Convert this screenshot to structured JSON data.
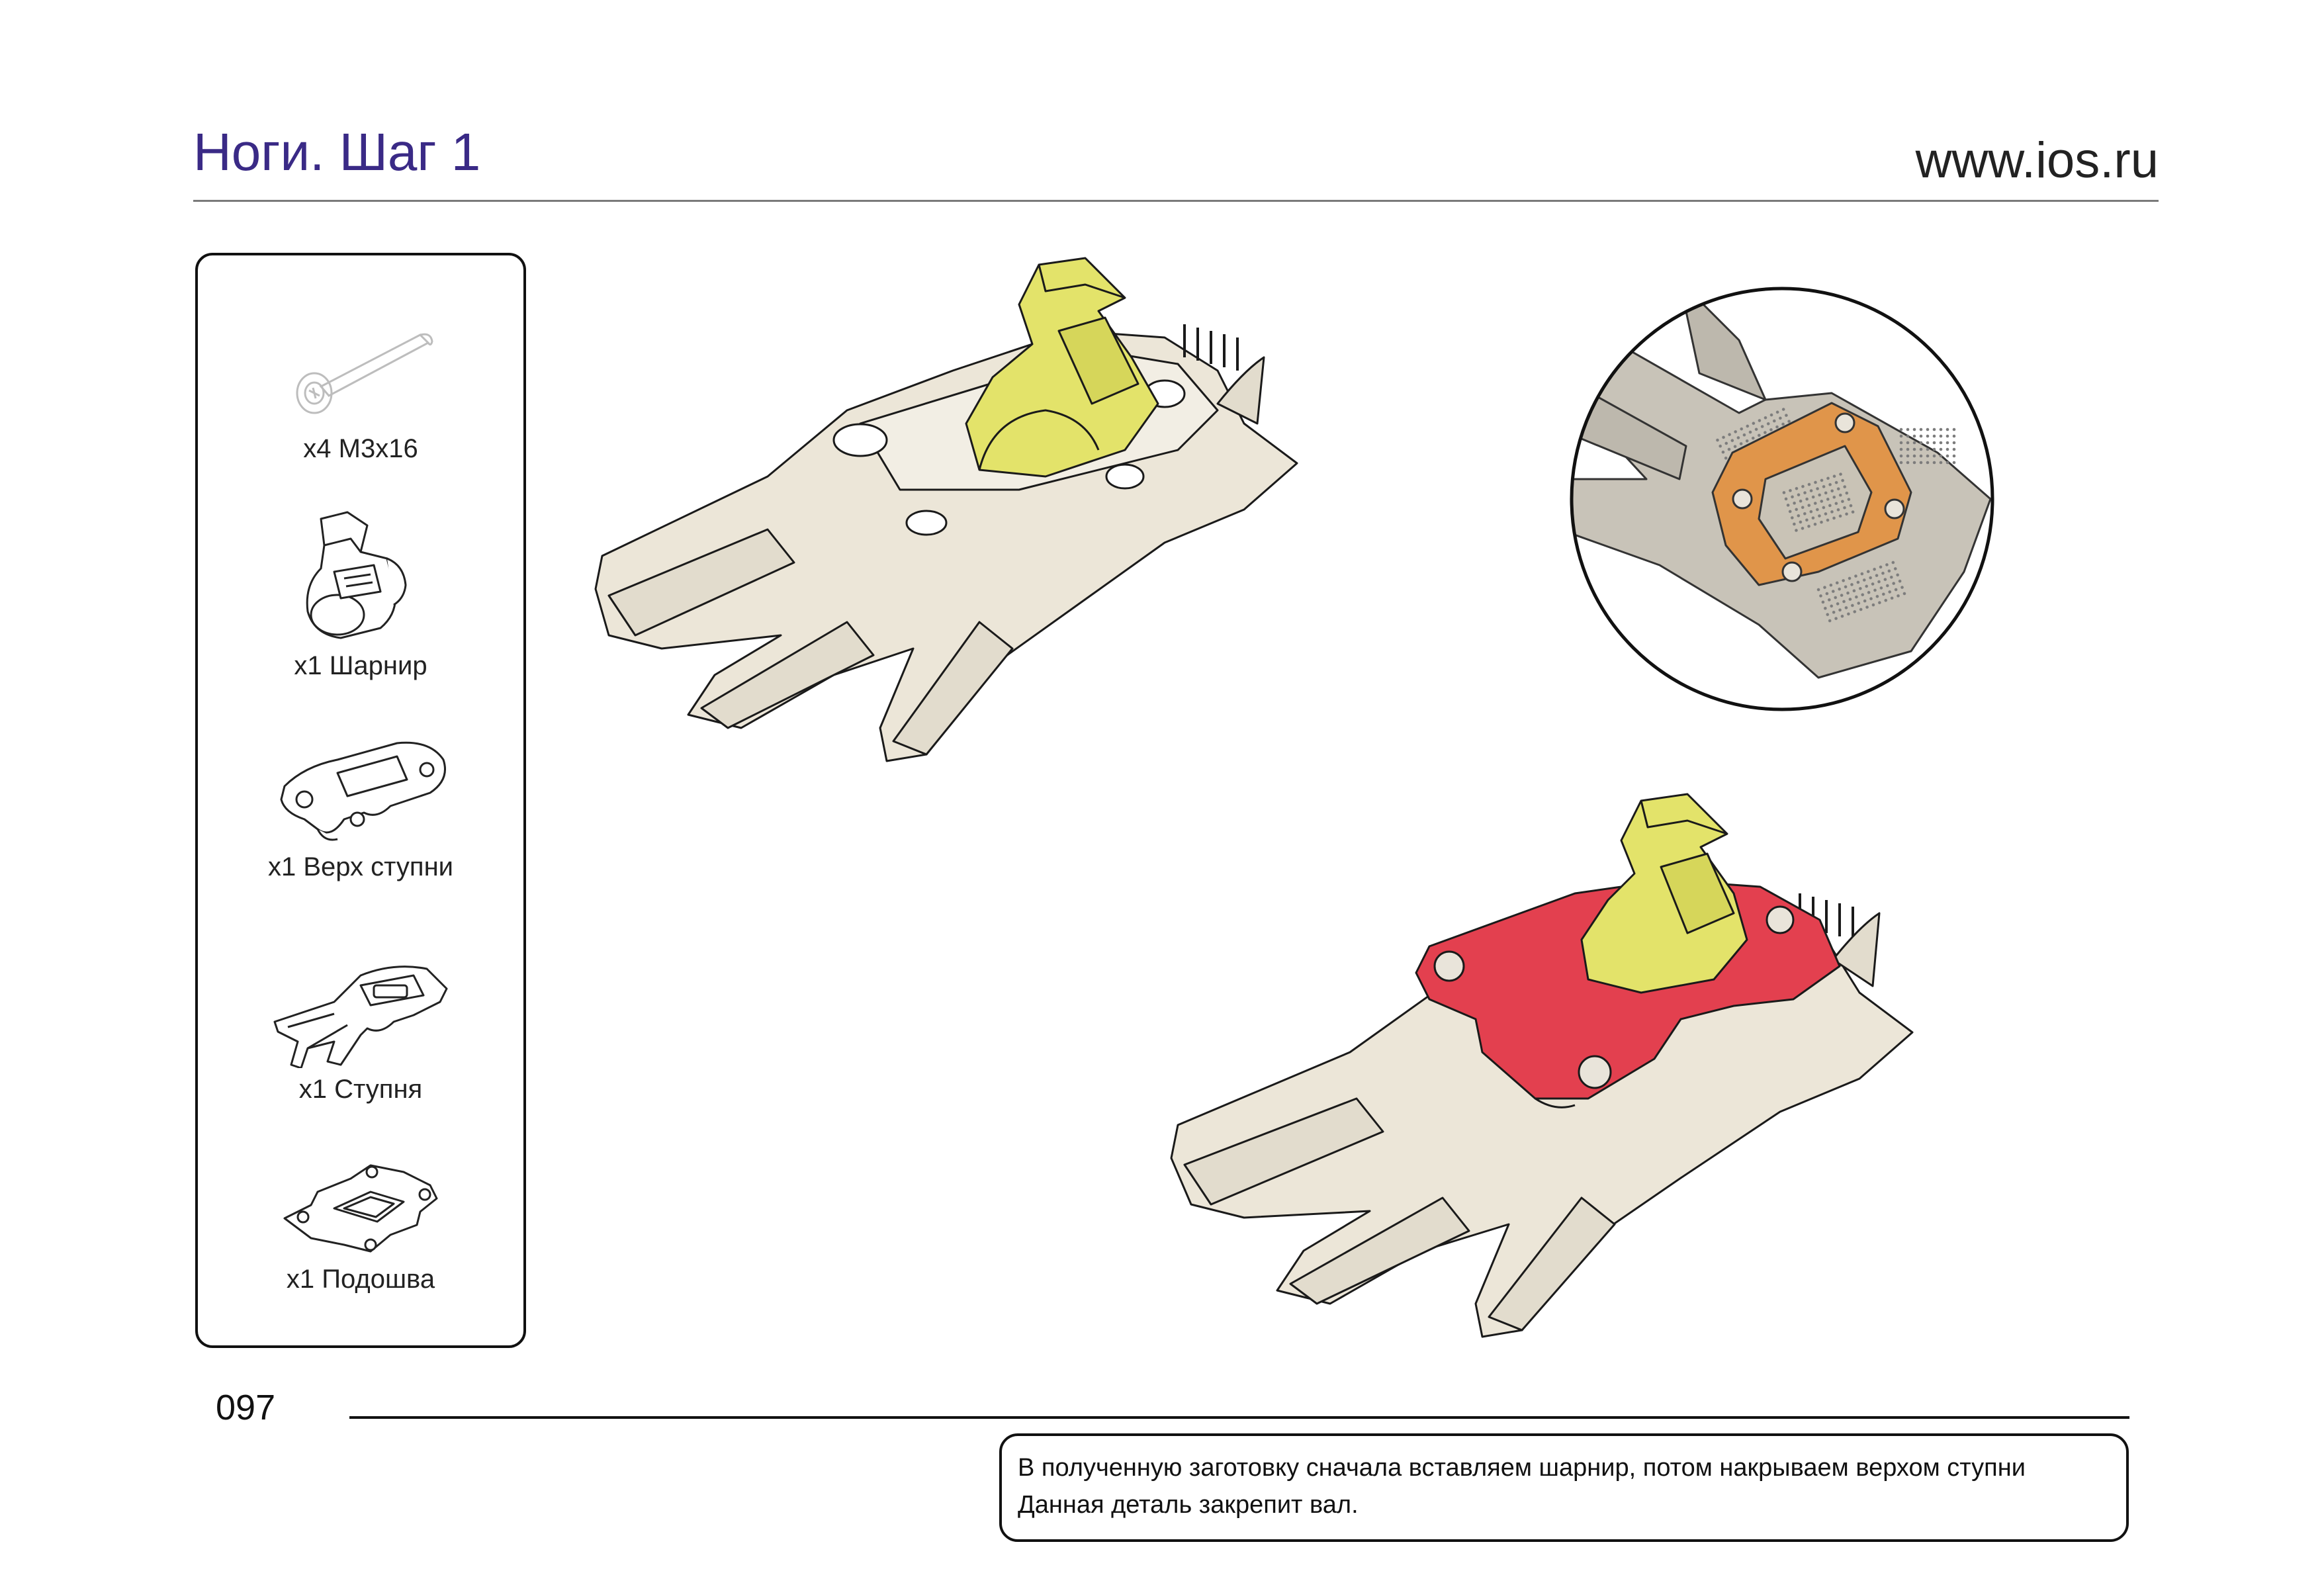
{
  "header": {
    "title": "Ноги. Шаг 1",
    "url": "www.ios.ru"
  },
  "parts": [
    {
      "label": "x4 M3x16",
      "icon": "screw-icon"
    },
    {
      "label": "x1 Шарнир",
      "icon": "hinge-icon"
    },
    {
      "label": "x1 Верх ступни",
      "icon": "foot-top-icon"
    },
    {
      "label": "x1 Ступня",
      "icon": "foot-icon"
    },
    {
      "label": "x1 Подошва",
      "icon": "sole-icon"
    }
  ],
  "footer": {
    "page_number": "097",
    "note_lines": [
      "В полученную заготовку сначала вставляем шарнир, потом накрываем верхом ступни",
      "Данная деталь закрепит вал."
    ]
  },
  "colors": {
    "title": "#3a2a86",
    "hinge": "#e3e36a",
    "foot_top": "#e3404f",
    "sole": "#e0954a",
    "body": "#ece6d8"
  }
}
